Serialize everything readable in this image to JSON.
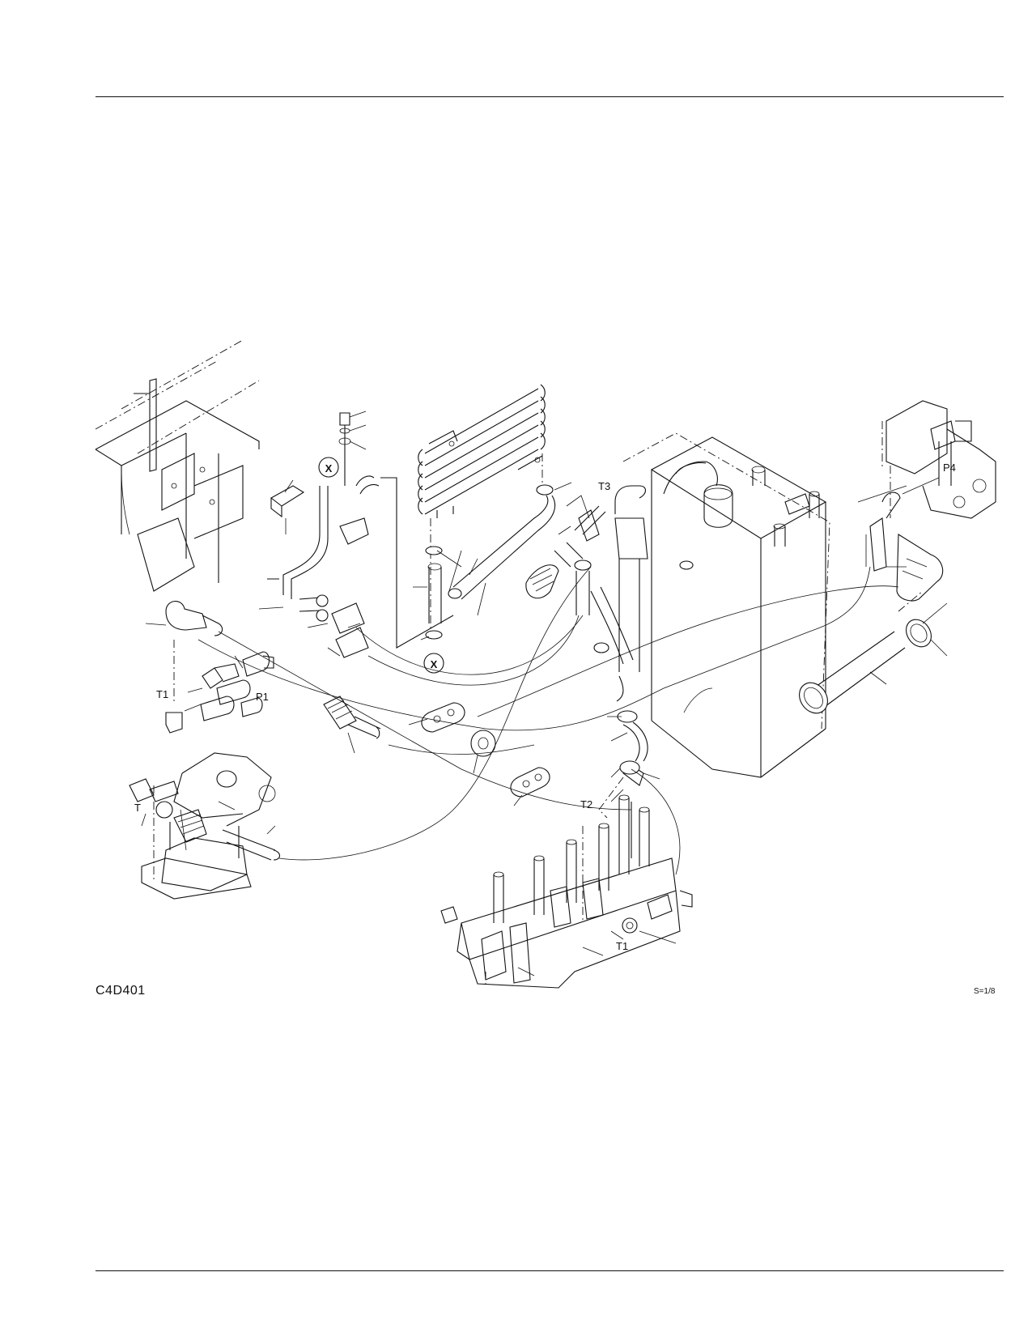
{
  "figure": {
    "code": "C4D401",
    "scale": "S=1/8"
  },
  "callouts": {
    "x_mark_a": "X",
    "x_mark_b": "X",
    "port_p1": "P1",
    "port_t1_left": "T1",
    "port_t": "T",
    "port_t2": "T2",
    "port_t3": "T3",
    "port_p4": "P4",
    "port_t1_valve": "T1"
  }
}
